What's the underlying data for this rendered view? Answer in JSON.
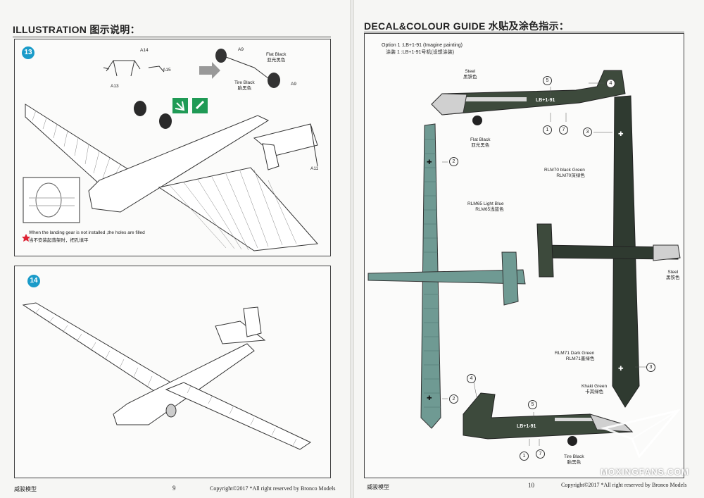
{
  "left_page": {
    "heading": "ILLUSTRATION 图示说明：",
    "step13": {
      "number": "13",
      "parts": [
        "A14",
        "A13",
        "A15",
        "A9",
        "A9",
        "A11"
      ],
      "labels": {
        "flat_black_en": "Flat Black",
        "flat_black_cn": "亚光黑色",
        "tire_black_en": "Tire Black",
        "tire_black_cn": "胎黑色"
      },
      "note_en": "When the landing gear is not installed ,the holes are filled",
      "note_cn": "当不安装起落架时，把孔填平"
    },
    "step14": {
      "number": "14"
    },
    "footer": {
      "brand": "威骏模型",
      "page": "9",
      "copyright": "Copyright©2017  *All right reserved by Bronco Models"
    }
  },
  "right_page": {
    "heading": "DECAL&COLOUR GUIDE 水贴及涂色指示：",
    "option_en": "Option 1 :LB+1-91 (Imagine painting)",
    "option_cn": "涂装 1 :LB+1-91号机(设想涂装)",
    "colors": {
      "steel_top_en": "Steel",
      "steel_top_cn": "黑铁色",
      "flat_black_en": "Flat Black",
      "flat_black_cn": "亚光黑色",
      "rlm70_en": "RLM70 black Green",
      "rlm70_cn": "RLM70深绿色",
      "rlm65_en": "RLM65 Light Blue",
      "rlm65_cn": "RLM65浅蓝色",
      "steel_side_en": "Steel",
      "steel_side_cn": "黑铁色",
      "rlm71_en": "RLM71 Dark Green",
      "rlm71_cn": "RLM71墨绿色",
      "khaki_en": "Khaki Green",
      "khaki_cn": "卡其绿色",
      "tire_black_en": "Tire Black",
      "tire_black_cn": "胎黑色"
    },
    "callouts": {
      "c5a": "5",
      "c4a": "4",
      "c1a": "1",
      "c7a": "7",
      "c3a": "3",
      "c2a": "2",
      "c3b": "3",
      "c4b": "4",
      "c2b": "2",
      "c5b": "5",
      "c1b": "1",
      "c7b": "7"
    },
    "registration": "LB+1-91",
    "watermark": "MOXINGFANS.COM",
    "footer": {
      "brand": "威骏模型",
      "page": "10",
      "copyright": "Copyright©2017  *All right reserved by Bronco Models"
    }
  },
  "palette": {
    "rlm65": "#6f9a93",
    "rlm70": "#2f3a30",
    "rlm71": "#3d4a3c",
    "accent": "#1a9bc9",
    "highlight_green": "#1f9a55"
  }
}
